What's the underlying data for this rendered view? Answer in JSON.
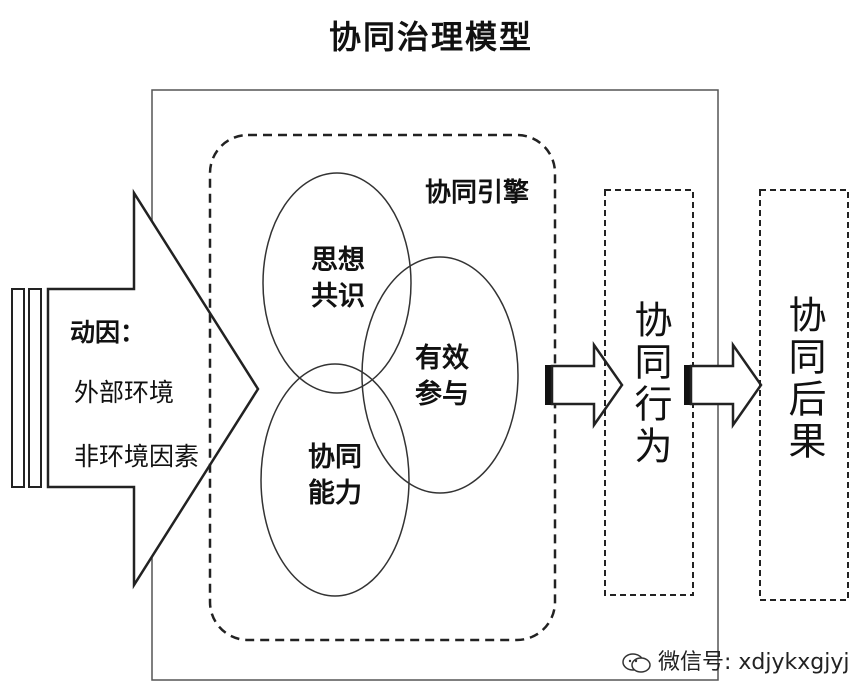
{
  "title": "协同治理模型",
  "drivers": {
    "heading": "动因：",
    "line1": "外部环境",
    "line2": "非环境因素"
  },
  "engine": {
    "label": "协同引擎",
    "circles": [
      {
        "label_line1": "思想",
        "label_line2": "共识"
      },
      {
        "label_line1": "有效",
        "label_line2": "参与"
      },
      {
        "label_line1": "协同",
        "label_line2": "能力"
      }
    ]
  },
  "action": "协同行为",
  "outcome": "协同后果",
  "watermark": "微信号: xdjykxgjyj"
}
